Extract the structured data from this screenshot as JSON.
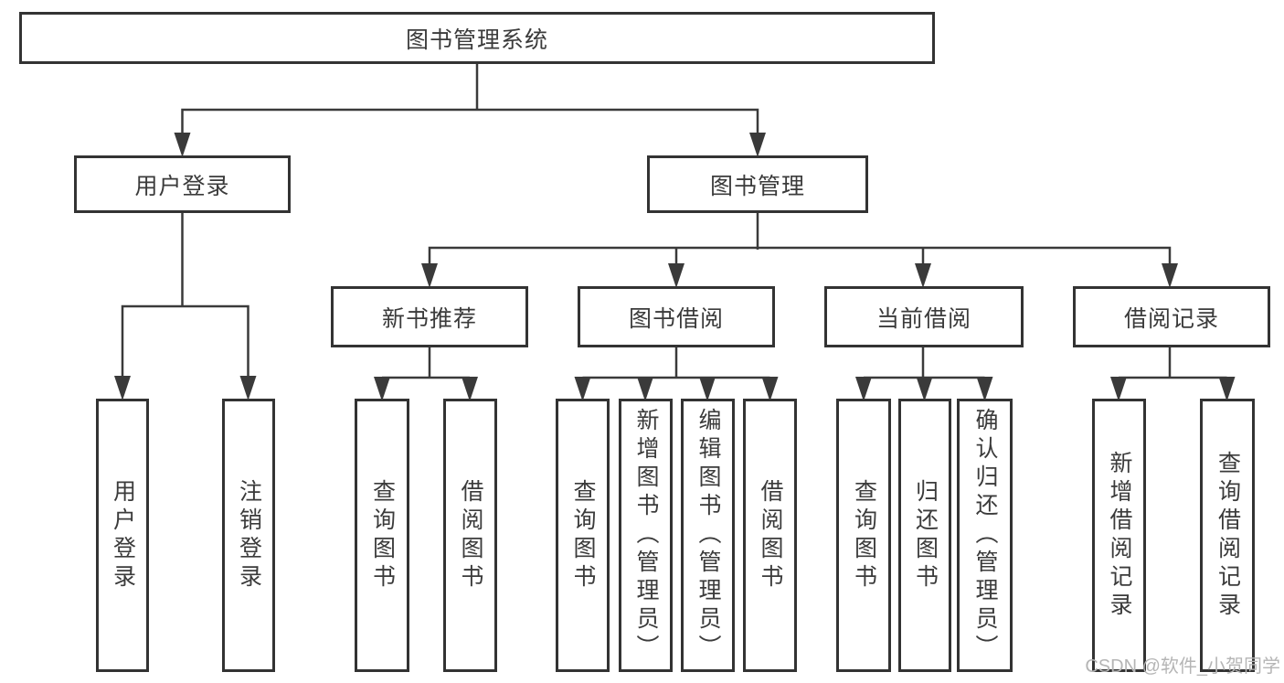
{
  "diagram_title": "图书管理系统",
  "tree": {
    "label": "图书管理系统",
    "children": [
      {
        "label": "用户登录",
        "children": [
          {
            "label": "用户登录"
          },
          {
            "label": "注销登录"
          }
        ]
      },
      {
        "label": "图书管理",
        "children": [
          {
            "label": "新书推荐",
            "children": [
              {
                "label": "查询图书"
              },
              {
                "label": "借阅图书"
              }
            ]
          },
          {
            "label": "图书借阅",
            "children": [
              {
                "label": "查询图书"
              },
              {
                "label": "新增图书（管理员）"
              },
              {
                "label": "编辑图书（管理员）"
              },
              {
                "label": "借阅图书"
              }
            ]
          },
          {
            "label": "当前借阅",
            "children": [
              {
                "label": "查询图书"
              },
              {
                "label": "归还图书"
              },
              {
                "label": "确认归还（管理员）"
              }
            ]
          },
          {
            "label": "借阅记录",
            "children": [
              {
                "label": "新增借阅记录"
              },
              {
                "label": "查询借阅记录"
              }
            ]
          }
        ]
      }
    ]
  },
  "watermark": "CSDN @软件_小贺同学",
  "colors": {
    "line": "#3a3a3a",
    "box_border": "#333333",
    "text": "#3b3b3b",
    "watermark": "#b5b5b5",
    "background": "#ffffff"
  }
}
